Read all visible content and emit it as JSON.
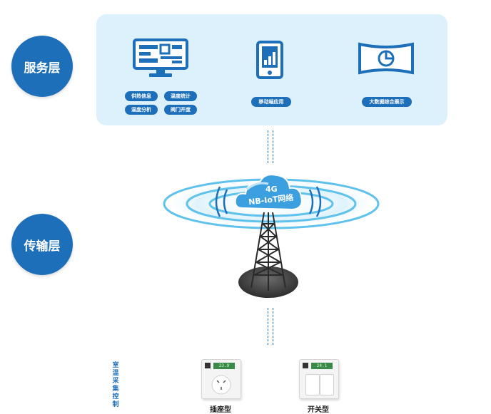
{
  "layers": {
    "service": "服务层",
    "transport": "传输层"
  },
  "service_panel": {
    "group1_tags": [
      "供热信息",
      "温度统计",
      "温度分析",
      "阀门开度"
    ],
    "mobile_tag": "移动端应用",
    "bigdata_tag": "大数据综合展示"
  },
  "network": {
    "line1": "4G",
    "line2": "NB-IoT网络"
  },
  "sensing": {
    "vertical_label": "室温采集控制",
    "device1_label": "插座型",
    "device2_label": "开关型",
    "device1_display": "23.9",
    "device2_display": "24.1"
  },
  "colors": {
    "primary": "#1e6fba",
    "panel_bg": "#dcf1fb",
    "ring": "#5fc2ec",
    "cloud": "#3b9fe0"
  }
}
